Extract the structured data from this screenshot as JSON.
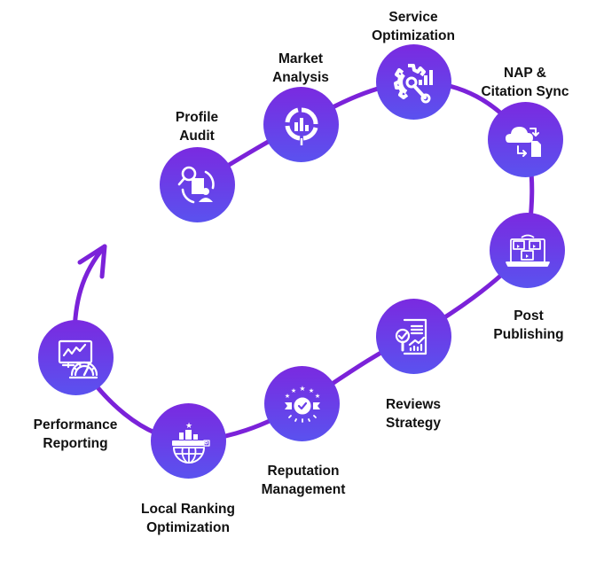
{
  "diagram": {
    "type": "cycle-flow",
    "colors": {
      "path": "#7b22d9",
      "node_top": "#7a2ae0",
      "node_bottom": "#5a52ef",
      "icon": "#ffffff",
      "label": "#111111"
    },
    "steps": [
      {
        "id": "profile-audit",
        "line1": "Profile",
        "line2": "Audit",
        "icon": "audit-search-document-icon"
      },
      {
        "id": "market-analysis",
        "line1": "Market",
        "line2": "Analysis",
        "icon": "donut-chart-analysis-icon"
      },
      {
        "id": "service-optimization",
        "line1": "Service",
        "line2": "Optimization",
        "icon": "gear-wrench-bars-icon"
      },
      {
        "id": "nap-citation-sync",
        "line1": "NAP &",
        "line2": "Citation Sync",
        "icon": "cloud-sync-document-icon"
      },
      {
        "id": "post-publishing",
        "line1": "Post",
        "line2": "Publishing",
        "icon": "laptop-video-posts-icon"
      },
      {
        "id": "reviews-strategy",
        "line1": "Reviews",
        "line2": "Strategy",
        "icon": "report-magnifier-check-icon"
      },
      {
        "id": "reputation-management",
        "line1": "Reputation",
        "line2": "Management",
        "icon": "badge-stars-check-icon"
      },
      {
        "id": "local-ranking-optimization",
        "line1": "Local Ranking",
        "line2": "Optimization",
        "icon": "globe-ranking-search-icon"
      },
      {
        "id": "performance-reporting",
        "line1": "Performance",
        "line2": "Reporting",
        "icon": "monitor-gauge-chart-icon"
      }
    ]
  }
}
